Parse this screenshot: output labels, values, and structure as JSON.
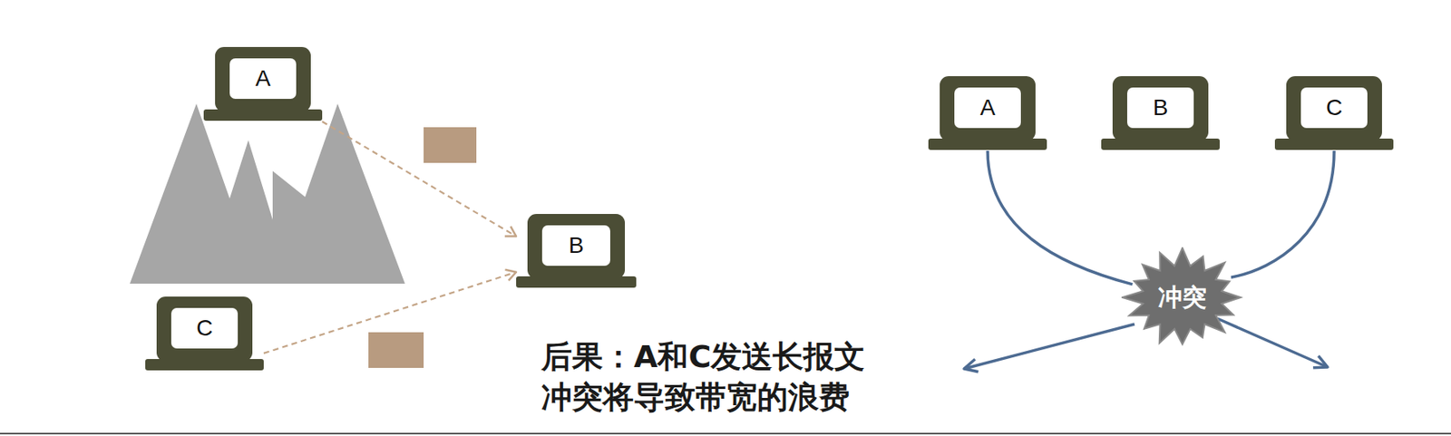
{
  "diagram": {
    "nodes": [
      {
        "text": [
          "A"
        ]
      },
      {
        "text": [
          "B"
        ]
      },
      {
        "text": [
          "C"
        ]
      },
      {
        "text": [
          "A"
        ]
      },
      {
        "text": [
          "B"
        ]
      },
      {
        "text": [
          "C"
        ]
      },
      {
        "text": [
          "冲突"
        ]
      }
    ],
    "edges": [
      {
        "from": 0,
        "to": 1,
        "arrow": "to"
      },
      {
        "from": 2,
        "to": 1,
        "arrow": "to"
      },
      {
        "from": 3,
        "to": 6,
        "arrow": "none"
      },
      {
        "from": 5,
        "to": 6,
        "arrow": "none"
      }
    ],
    "labels": [
      "后果：A和C发送长报文 冲突将导致带宽的浪费"
    ]
  }
}
